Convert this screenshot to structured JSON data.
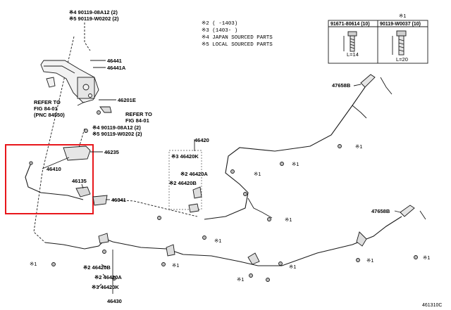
{
  "notes": {
    "n1": "※2 ( -1403)",
    "n2": "※3 (1403- )",
    "n3": "※4 JAPAN SOURCED PARTS",
    "n4": "※5 LOCAL SOURCED PARTS"
  },
  "bolt_table": {
    "mark": "※1",
    "col1": "91671-80614 (10)",
    "col2": "90119-W0037 (10)",
    "len1": "L=14",
    "len2": "L=20"
  },
  "labels": {
    "top_bolt_a": "※4 90119-08A12 (2)",
    "top_bolt_b": "※5 90119-W0202 (2)",
    "p46441": "46441",
    "p46441A": "46441A",
    "p46201E": "46201E",
    "refer1_a": "REFER TO",
    "refer1_b": "FIG 84-01",
    "refer1_c": "(PNC 84550)",
    "refer2_a": "REFER TO",
    "refer2_b": "FIG 84-01",
    "mid_bolt_a": "※4 90119-08A12 (2)",
    "mid_bolt_b": "※5 90119-W0202 (2)",
    "p46235": "46235",
    "p46410": "46410",
    "p46135": "46135",
    "p46341": "46341",
    "p46420_top": "46420",
    "p46420K_top": "※3 46420K",
    "p46420A_top": "※2 46420A",
    "p46420B_top": "※2 46420B",
    "p47658B_top": "47658B",
    "p47658B_bot": "47658B",
    "p46420B_bot": "※2 46420B",
    "p46420A_bot": "※2 46420A",
    "p46420K_bot": "※3 46420K",
    "p46430": "46430",
    "fig_code": "461310C",
    "m1": "※1"
  },
  "colors": {
    "highlight": "#e8161b",
    "ink": "#1a1a1a"
  }
}
